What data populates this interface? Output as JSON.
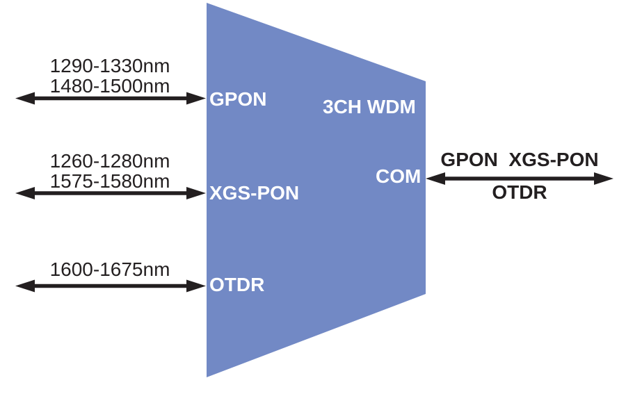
{
  "diagram": {
    "title": "3CH WDM",
    "colors": {
      "device_fill": "#7289C5",
      "arrow": "#231F20",
      "port_text": "#FFFFFF",
      "background": "#FFFFFF"
    },
    "ports": [
      {
        "name": "GPON",
        "wavelengths": [
          "1290-1330nm",
          "1480-1500nm"
        ]
      },
      {
        "name": "XGS-PON",
        "wavelengths": [
          "1260-1280nm",
          "1575-1580nm"
        ]
      },
      {
        "name": "OTDR",
        "wavelengths": [
          "1600-1675nm"
        ]
      }
    ],
    "com": {
      "label": "COM",
      "signals_top": "GPON  XGS-PON",
      "signals_bottom": "OTDR"
    }
  }
}
